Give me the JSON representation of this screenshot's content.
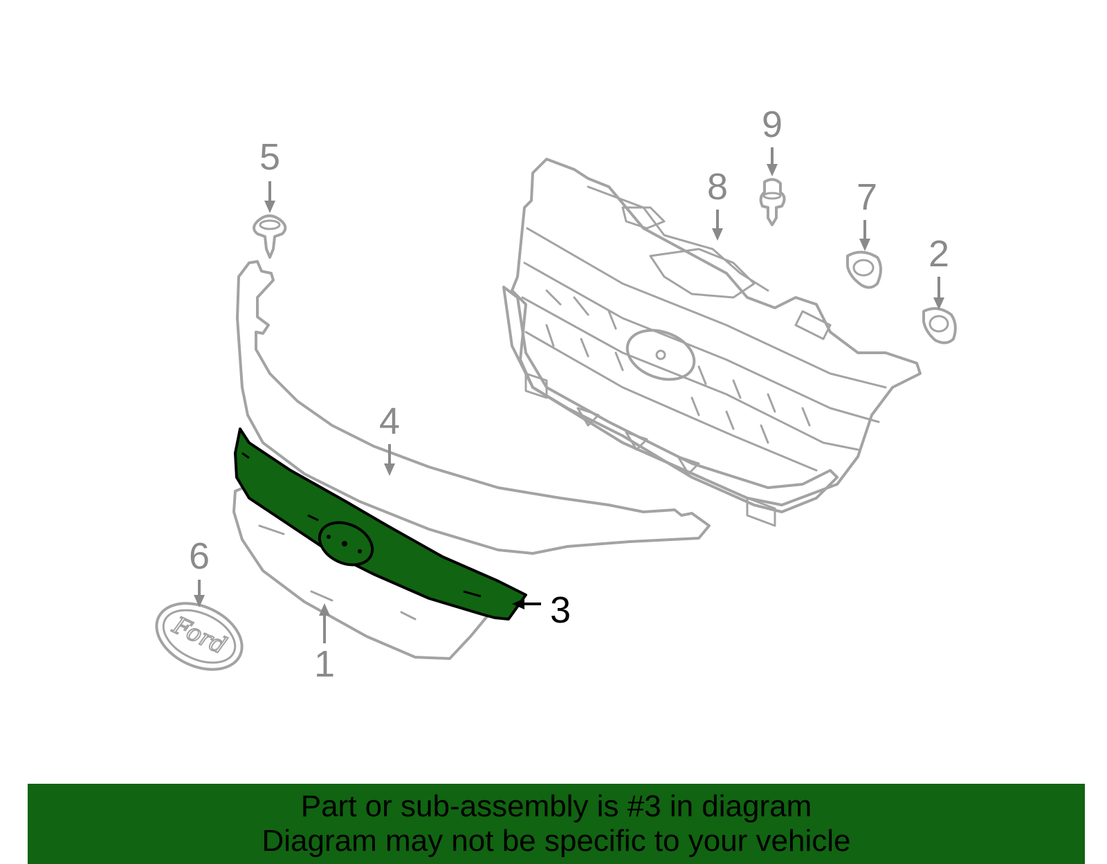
{
  "callouts": [
    {
      "number": "1",
      "active": false
    },
    {
      "number": "2",
      "active": false
    },
    {
      "number": "3",
      "active": true
    },
    {
      "number": "4",
      "active": false
    },
    {
      "number": "5",
      "active": false
    },
    {
      "number": "6",
      "active": false
    },
    {
      "number": "7",
      "active": false
    },
    {
      "number": "8",
      "active": false
    },
    {
      "number": "9",
      "active": false
    }
  ],
  "emblem_text": "Ford",
  "banner": {
    "line1": "Part or sub-assembly is #3 in diagram",
    "line2": "Diagram may not be specific to your vehicle"
  },
  "colors": {
    "highlight": "#116411",
    "outline": "#a3a3a3",
    "banner": "#116411"
  }
}
